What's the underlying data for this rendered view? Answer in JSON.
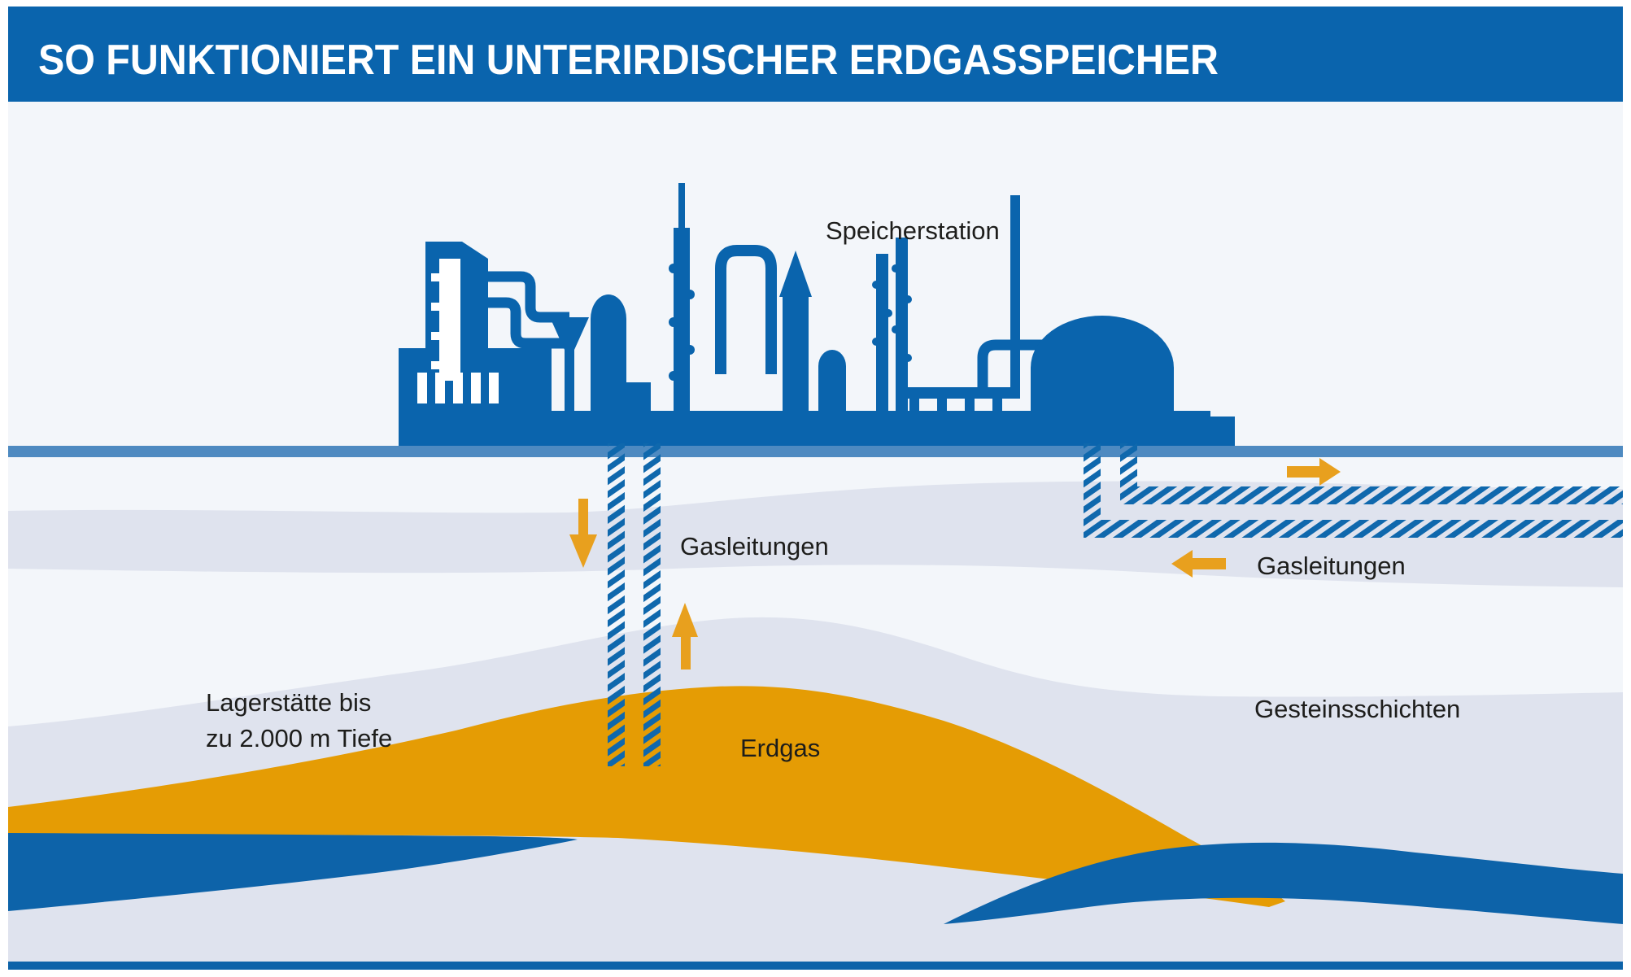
{
  "header": {
    "title": "SO FUNKTIONIERT EIN UNTERIRDISCHER ERDGASSPEICHER"
  },
  "labels": {
    "station": "Speicherstation",
    "pipes_left": "Gasleitungen",
    "pipes_right": "Gasleitungen",
    "reservoir_line1": "Lagerstätte bis",
    "reservoir_line2": "zu 2.000 m Tiefe",
    "gas": "Erdgas",
    "rock_layers": "Gesteinsschichten"
  },
  "icons": {
    "inject": "down-arrow-icon",
    "withdraw": "up-arrow-icon",
    "pipeline_out": "right-arrow-icon",
    "pipeline_in": "left-arrow-icon",
    "wells": "hatched-pipe-icon",
    "plant": "refinery-silhouette-icon"
  },
  "colors": {
    "header_blue": "#0a64ad",
    "facility_blue": "#0a64ad",
    "ground_blue": "#4e8ac1",
    "deep_blue": "#0d63a9",
    "hatch_blue": "#0f68ad",
    "gas_orange": "#e59c04",
    "arrow_orange": "#e8a01e",
    "band_gray": "#dfe3ee",
    "bg_light": "#f3f6fa",
    "text_dark": "#1d1d1b"
  }
}
